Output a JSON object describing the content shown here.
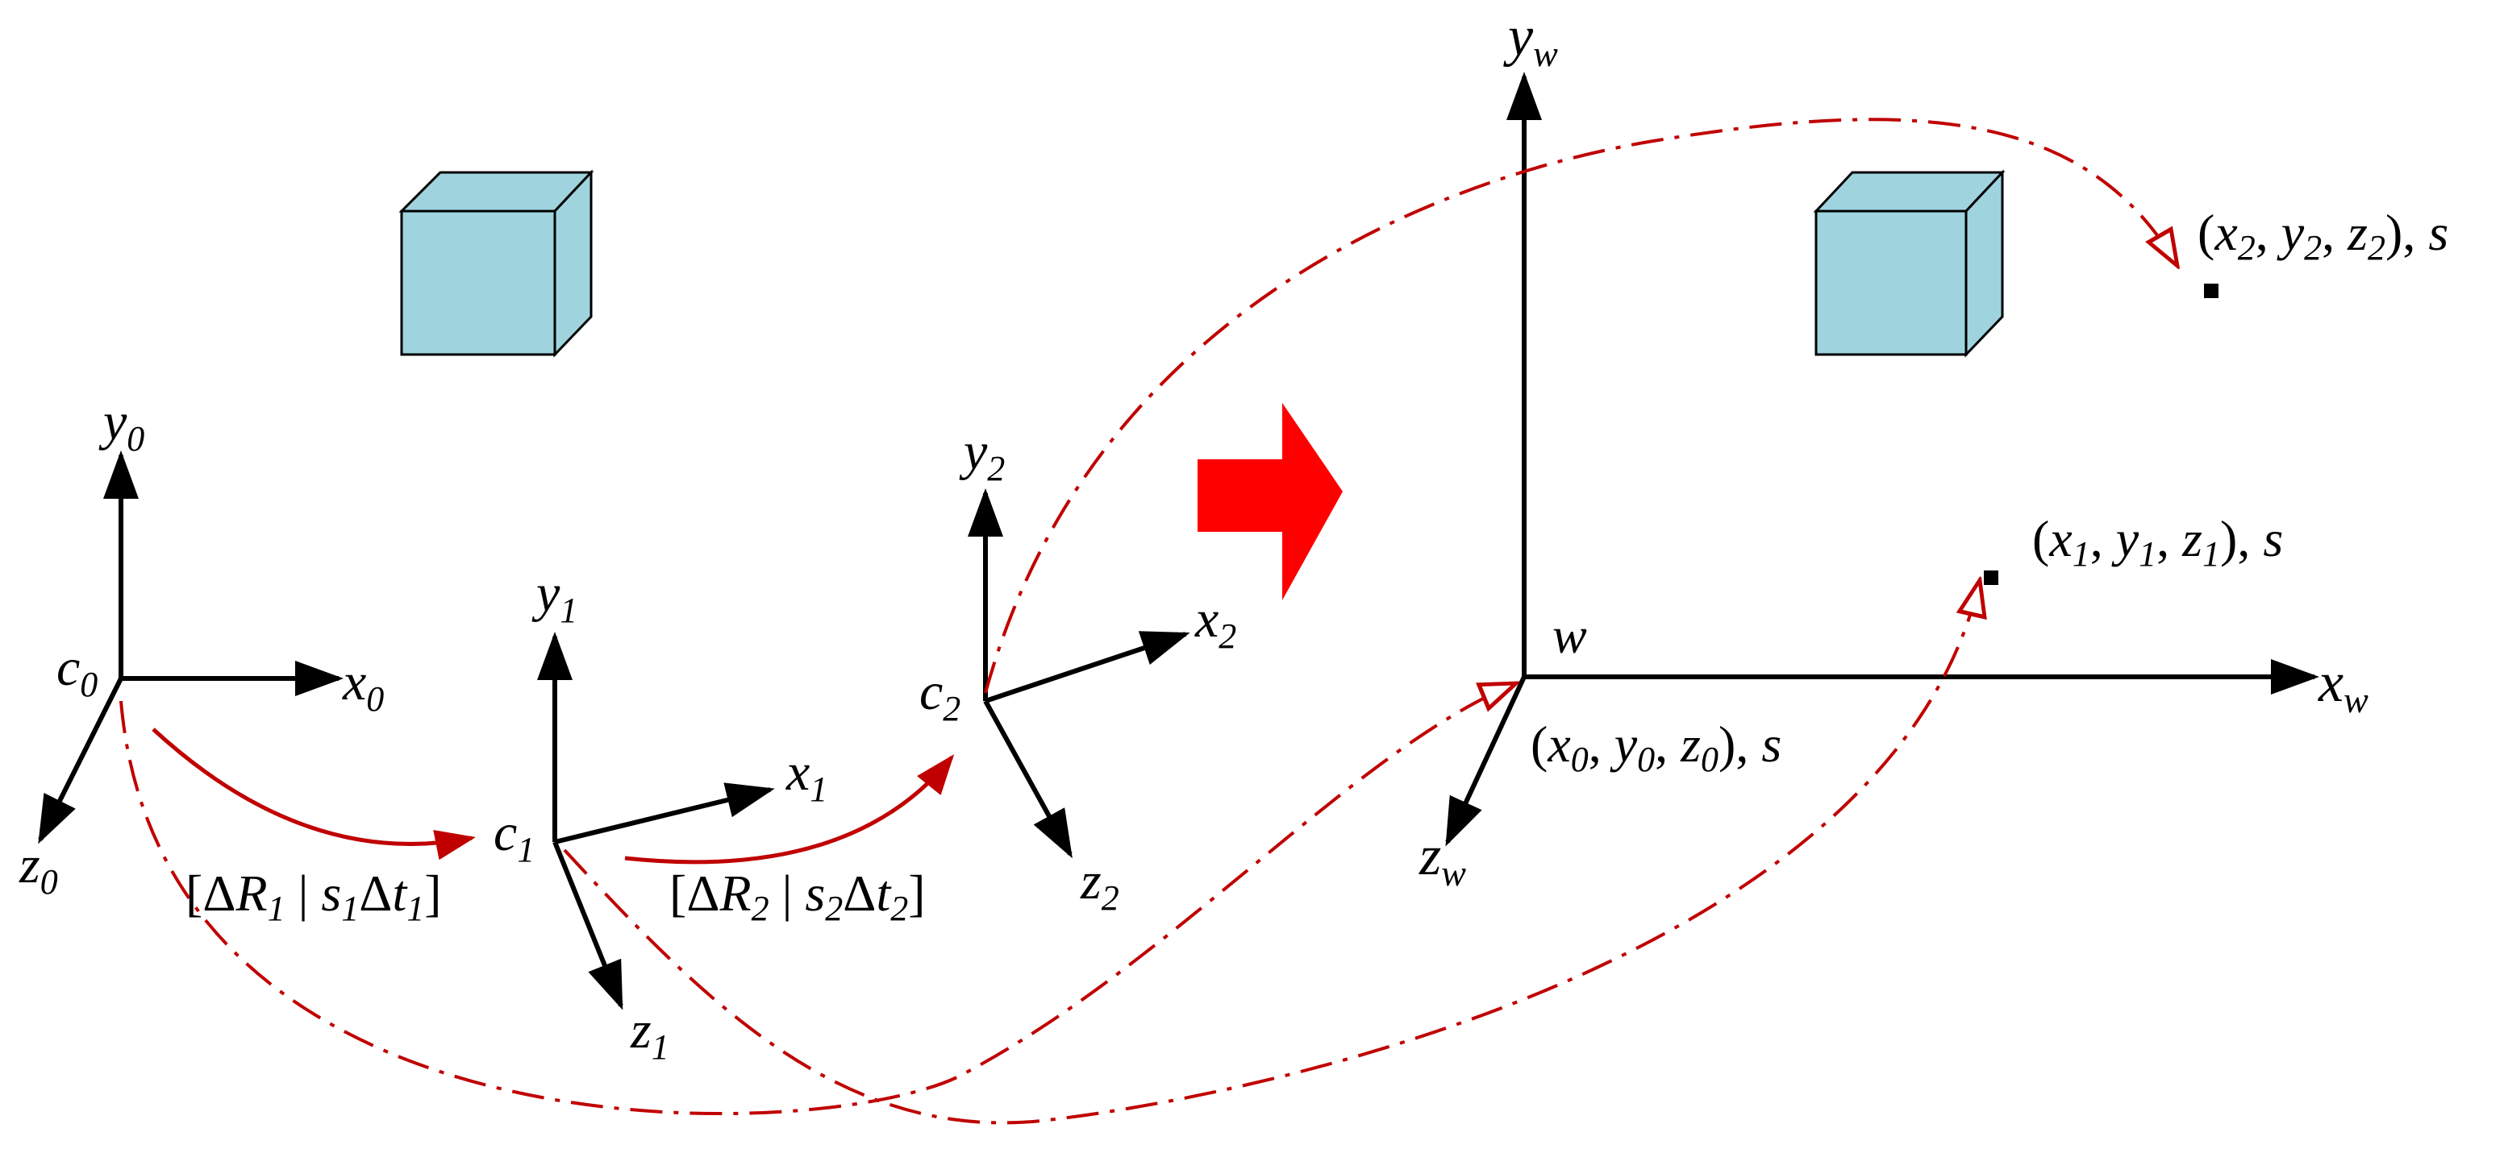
{
  "colors": {
    "axis": "#000000",
    "motion_arrow": "#c00000",
    "projection_line": "#c00000",
    "big_arrow": "#ff0000",
    "cube_face": "#9fd4df",
    "cube_edge": "#000000",
    "point_marker": "#000000"
  },
  "icons": {
    "cube": "cube-icon",
    "big_arrow": "right-arrow-icon",
    "point": "square-point-icon"
  },
  "frames": {
    "c0": {
      "origin": "c",
      "origin_sub": "0",
      "x": "x",
      "x_sub": "0",
      "y": "y",
      "y_sub": "0",
      "z": "z",
      "z_sub": "0"
    },
    "c1": {
      "origin": "c",
      "origin_sub": "1",
      "x": "x",
      "x_sub": "1",
      "y": "y",
      "y_sub": "1",
      "z": "z",
      "z_sub": "1"
    },
    "c2": {
      "origin": "c",
      "origin_sub": "2",
      "x": "x",
      "x_sub": "2",
      "y": "y",
      "y_sub": "2",
      "z": "z",
      "z_sub": "2"
    },
    "world": {
      "origin": "w",
      "x": "x",
      "x_sub": "w",
      "y": "y",
      "y_sub": "w",
      "z": "z",
      "z_sub": "w"
    }
  },
  "transforms": {
    "t1": {
      "open": "[",
      "delta": "Δ",
      "R": "R",
      "R_sub": "1",
      "bar": " | ",
      "s": "s",
      "s_sub": "1",
      "delta2": "Δ",
      "t": "t",
      "t_sub": "1",
      "close": "]"
    },
    "t2": {
      "open": "[",
      "delta": "Δ",
      "R": "R",
      "R_sub": "2",
      "bar": " | ",
      "s": "s",
      "s_sub": "2",
      "delta2": "Δ",
      "t": "t",
      "t_sub": "2",
      "close": "]"
    }
  },
  "points": {
    "p0": {
      "open": "(",
      "x": "x",
      "x_sub": "0",
      "sep1": ", ",
      "y": "y",
      "y_sub": "0",
      "sep2": ", ",
      "z": "z",
      "z_sub": "0",
      "close": "), ",
      "s": "s"
    },
    "p1": {
      "open": "(",
      "x": "x",
      "x_sub": "1",
      "sep1": ", ",
      "y": "y",
      "y_sub": "1",
      "sep2": ", ",
      "z": "z",
      "z_sub": "1",
      "close": "), ",
      "s": "s"
    },
    "p2": {
      "open": "(",
      "x": "x",
      "x_sub": "2",
      "sep1": ", ",
      "y": "y",
      "y_sub": "2",
      "sep2": ", ",
      "z": "z",
      "z_sub": "2",
      "close": "), ",
      "s": "s"
    }
  }
}
